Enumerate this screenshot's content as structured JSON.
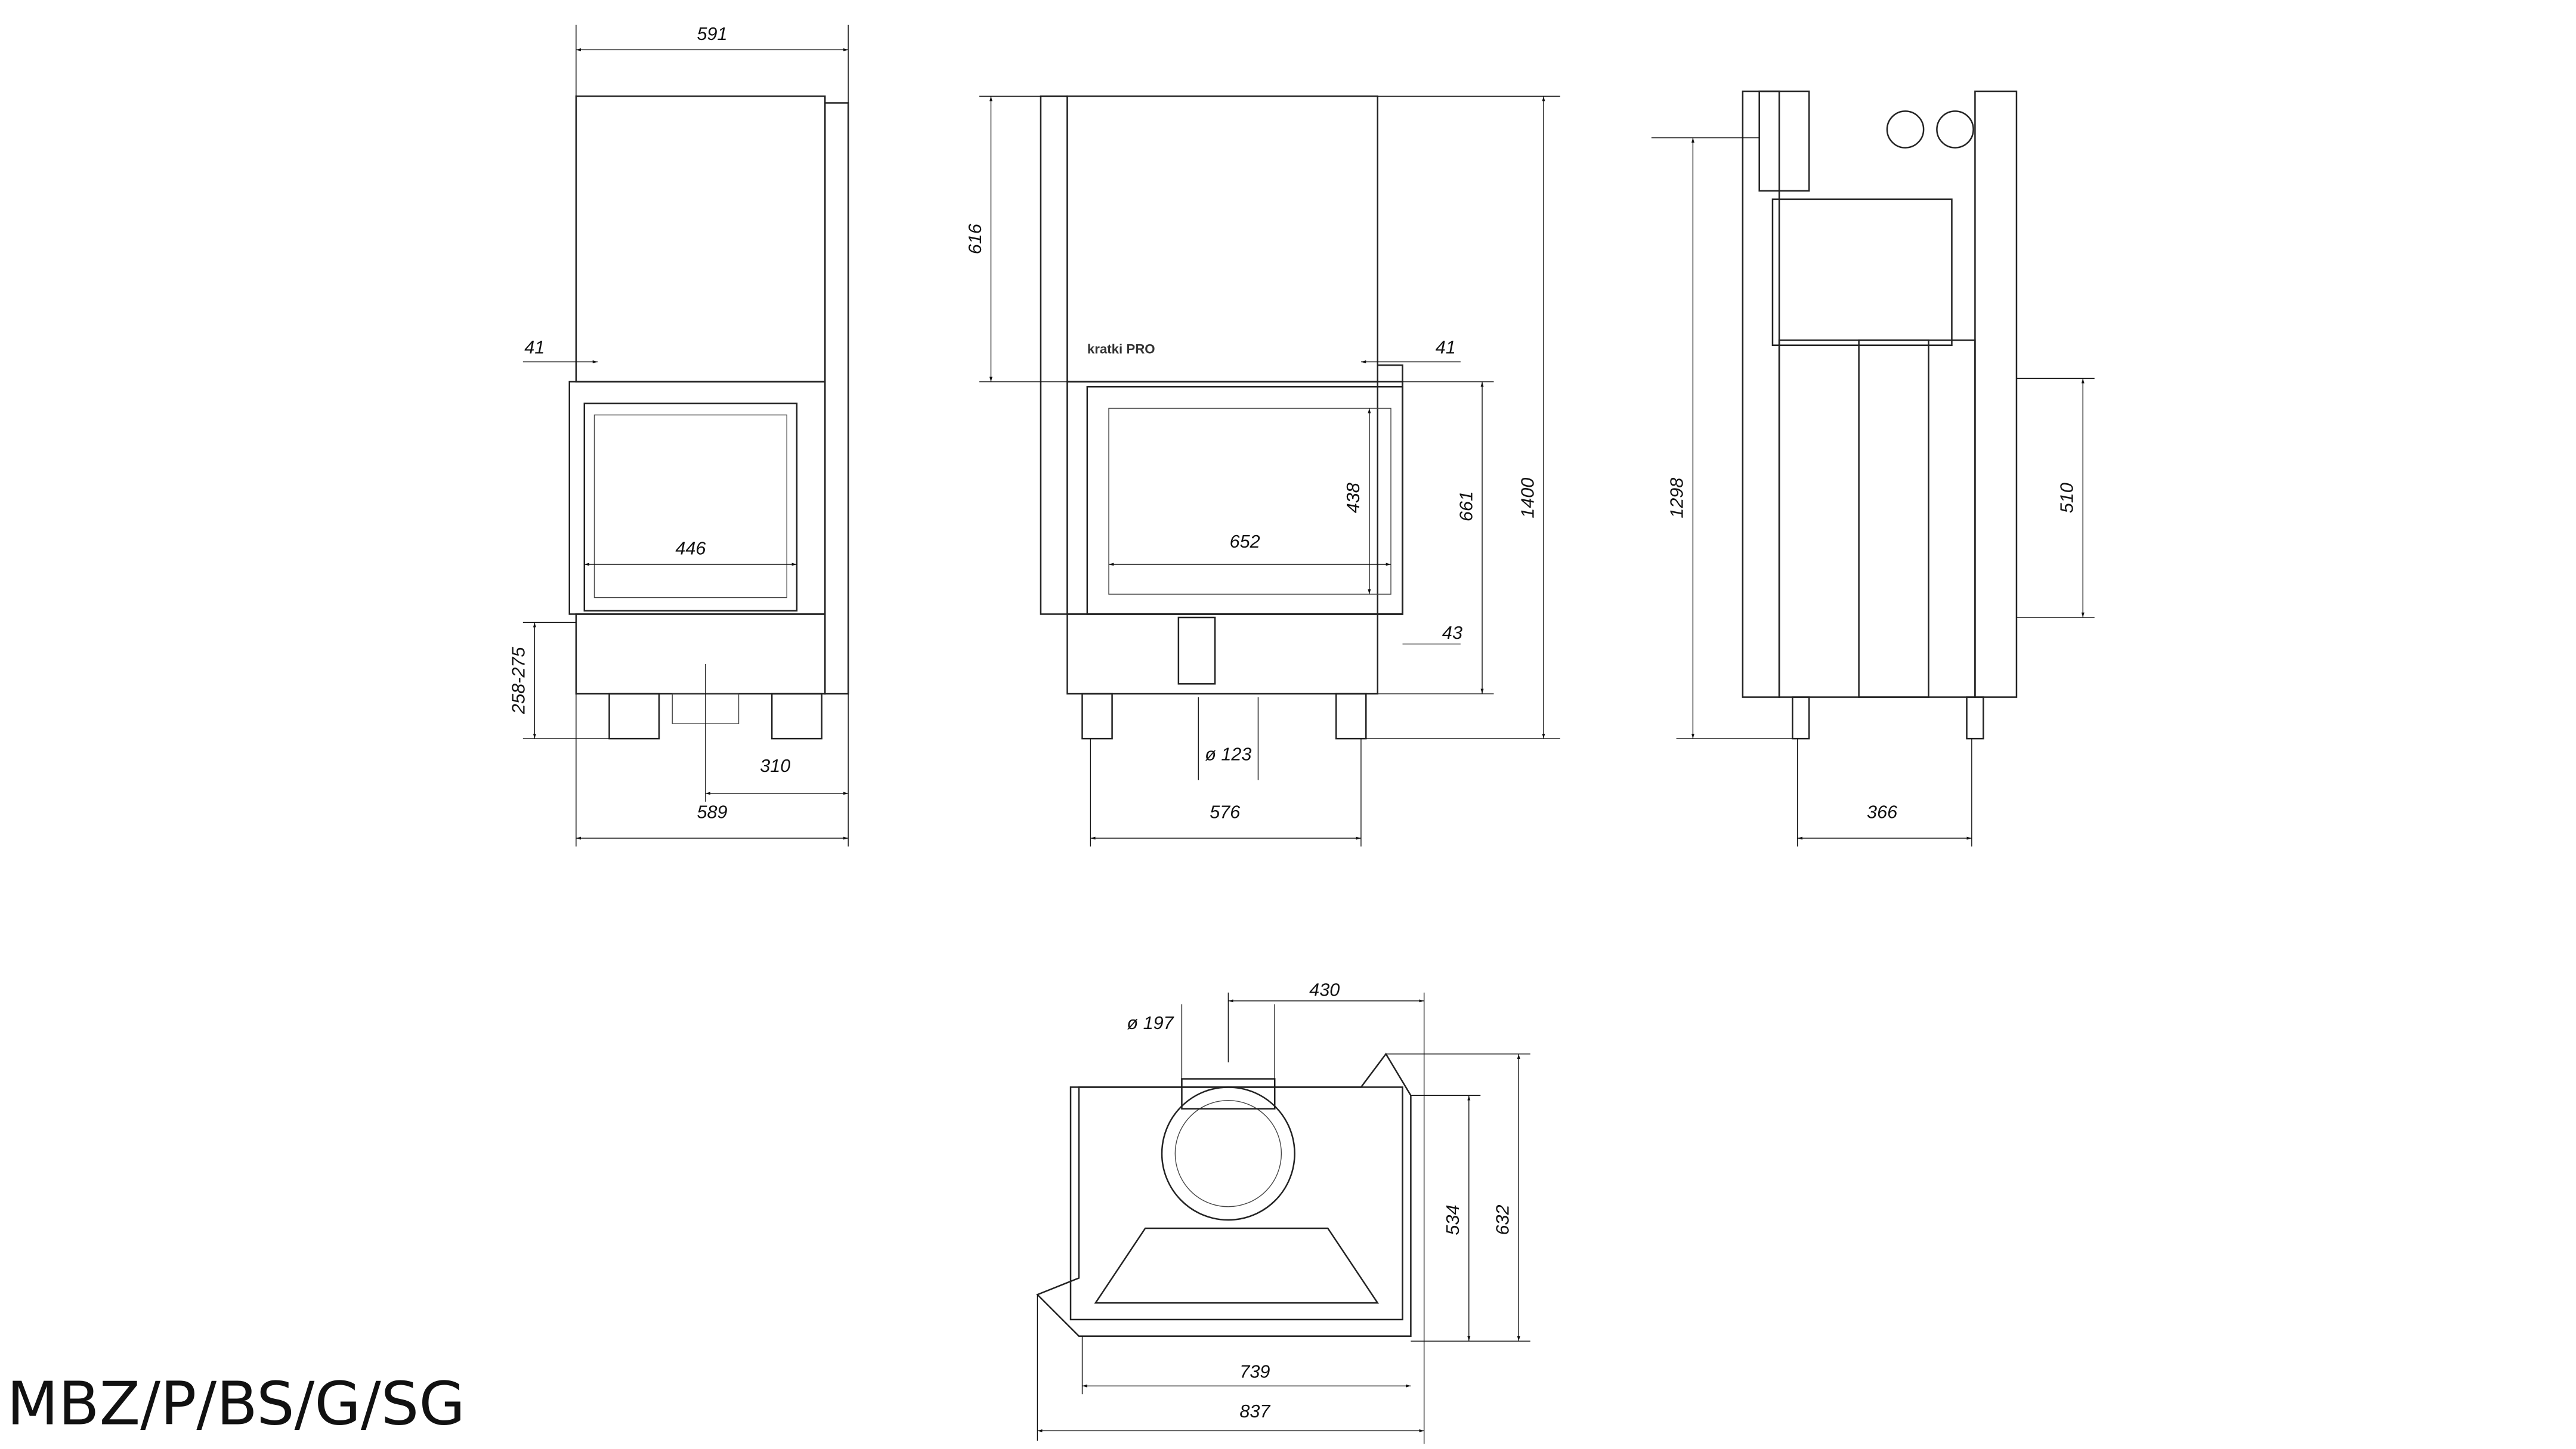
{
  "title": "MBZ/P/BS/G/SG",
  "logo": "kratki PRO",
  "front_left_view": {
    "width_top": "591",
    "offset": "41",
    "glass_width": "446",
    "leg_height": "258-275",
    "flue_offset": "310",
    "width_bottom": "589"
  },
  "front_view": {
    "upper_height": "616",
    "offset": "41",
    "total_height": "1400",
    "opening_height": "661",
    "glass_height": "438",
    "glass_width": "652",
    "base_offset": "43",
    "air_inlet": "ø 123",
    "width_bottom": "576"
  },
  "side_view": {
    "height": "1298",
    "door_height": "510",
    "depth": "366"
  },
  "top_view": {
    "flue_diameter": "ø 197",
    "flue_offset": "430",
    "depth_inner": "534",
    "depth_outer": "632",
    "width_inner": "739",
    "width_outer": "837"
  }
}
